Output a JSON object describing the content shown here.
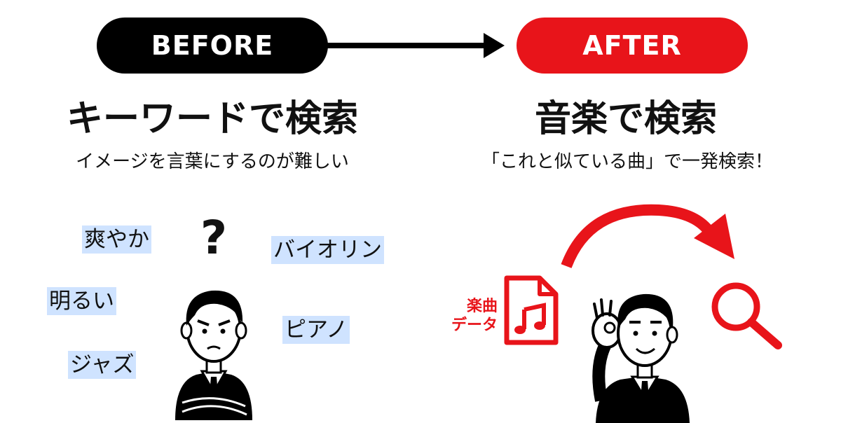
{
  "before": {
    "badge": "BEFORE",
    "title": "キーワードで検索",
    "subtitle": "イメージを言葉にするのが難しい",
    "question_mark": "?",
    "keywords": [
      "爽やか",
      "バイオリン",
      "明るい",
      "ピアノ",
      "ジャズ"
    ]
  },
  "after": {
    "badge": "AFTER",
    "title": "音楽で検索",
    "subtitle": "「これと似ている曲」で一発検索！",
    "file_label_line1": "楽曲",
    "file_label_line2": "データ"
  },
  "colors": {
    "black": "#000000",
    "red": "#e8141a",
    "keyword_highlight": "#cfe3ff"
  },
  "icons": [
    "arrow-right-icon",
    "confused-man-icon",
    "music-file-icon",
    "ok-man-icon",
    "curved-arrow-icon",
    "search-icon"
  ]
}
